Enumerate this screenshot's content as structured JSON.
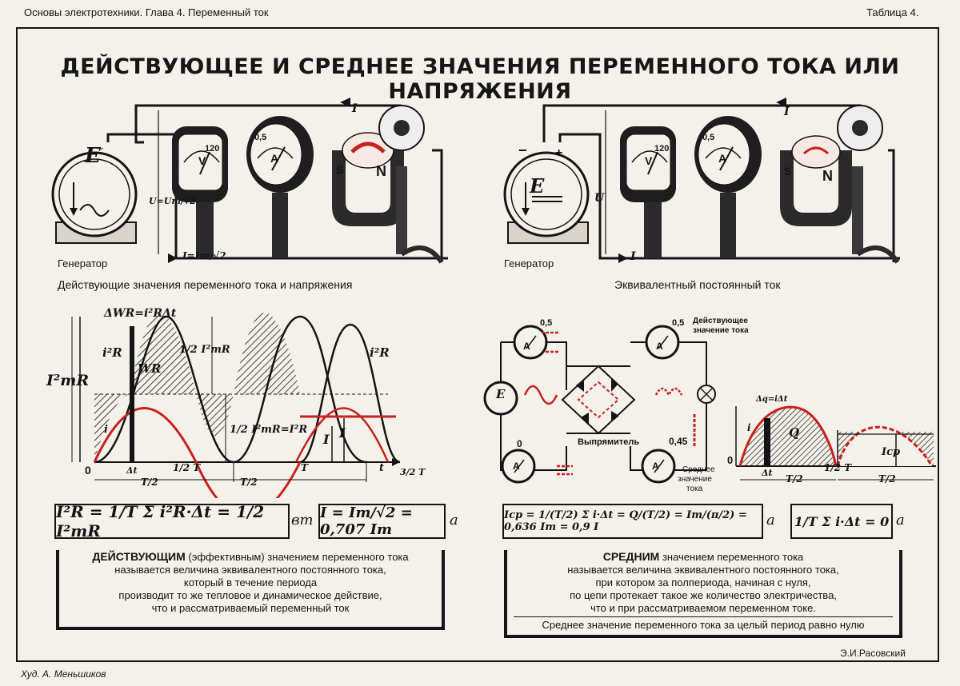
{
  "header": {
    "left": "Основы электротехники. Глава 4. Переменный ток",
    "right": "Таблица 4."
  },
  "title": "ДЕЙСТВУЮЩЕЕ И СРЕДНЕЕ ЗНАЧЕНИЯ ПЕРЕМЕННОГО ТОКА ИЛИ НАПРЯЖЕНИЯ",
  "left_circuit": {
    "generator_label": "Генератор",
    "generator_symbol": "E",
    "ac_sign": "~",
    "voltmeter_scale": "120",
    "voltmeter_symbol": "V",
    "ammeter_scale": "0,5",
    "ammeter_symbol": "A",
    "magnet_n": "N",
    "magnet_s": "S",
    "current_label": "I",
    "u_label": "U=Um/√2",
    "i_label": "I=Im/√2",
    "caption": "Действующие значения переменного тока и напряжения"
  },
  "right_circuit": {
    "generator_label": "Генератор",
    "generator_symbol": "E",
    "minus": "−",
    "plus": "+",
    "u_label": "U",
    "voltmeter_scale": "120",
    "voltmeter_symbol": "V",
    "ammeter_scale": "0,5",
    "ammeter_symbol": "A",
    "magnet_n": "N",
    "magnet_s": "S",
    "current_label_top": "I",
    "current_label_bottom": "I",
    "caption": "Эквивалентный постоянный ток"
  },
  "left_graph": {
    "dw_label": "ΔWR=i²RΔt",
    "i2r_label_left": "i²R",
    "wr_label": "WR",
    "im2r_label": "I²mR",
    "half_im2r_label": "1/2 I²mR",
    "equal_label": "1/2 I²mR=I²R",
    "i2r_label_right": "i²R",
    "i_small": "i",
    "i_big_1": "I",
    "i_big_2": "I",
    "origin": "0",
    "dt_label": "Δt",
    "t_half_1": "T/2",
    "t_half_axis": "1/2 T",
    "t_half_2": "T/2",
    "t_full": "T",
    "t_axis": "t",
    "t_three_half": "3/2 T"
  },
  "bridge": {
    "ammeter_tl_scale": "0,5",
    "ammeter_tr_scale": "0,5",
    "ammeter_br_scale": "0,45",
    "ammeter_symbol": "A",
    "generator_symbol": "E",
    "rectifier_label": "Выпрямитель",
    "effective_label_1": "Действующее",
    "effective_label_2": "значение тока",
    "average_label_1": "Среднее",
    "average_label_2": "значение",
    "average_label_3": "тока",
    "zero": "0"
  },
  "right_graph": {
    "dq_label": "Δq=iΔt",
    "i_small": "i",
    "q_label": "Q",
    "origin": "0",
    "dt_label": "Δt",
    "t_half_1": "T/2",
    "t_half_axis": "1/2 T",
    "t_half_2": "T/2",
    "icp_label": "Iср"
  },
  "formulas": {
    "f1": "I²R = 1/T Σ i²R·Δt = 1/2 I²mR",
    "f1_unit": "вт",
    "f2": "I = Im/√2 = 0,707 Im",
    "f2_unit": "а",
    "f3": "Iср = 1/(T/2) Σ i·Δt = Q/(T/2) = Im/(π/2) = 0,636 Im = 0,9 I",
    "f3_unit": "а",
    "f4": "1/T Σ i·Δt = 0",
    "f4_unit": "а"
  },
  "definitions": {
    "effective_bold": "ДЕЙСТВУЮЩИМ",
    "effective_l1": " (эффективным) значением переменного тока",
    "effective_l2": "называется величина эквивалентного постоянного тока,",
    "effective_l3": "который в течение периода",
    "effective_l4": "производит то же тепловое и динамическое действие,",
    "effective_l5": "что и рассматриваемый переменный ток",
    "average_bold": "СРЕДНИМ",
    "average_l1": " значением переменного тока",
    "average_l2": "называется величина эквивалентного постоянного тока,",
    "average_l3": "при котором за полпериода, начиная с нуля,",
    "average_l4": "по цепи протекает такое же количество электричества,",
    "average_l5": "что и при рассматриваемом переменном токе.",
    "average_note": "Среднее значение переменного тока за целый период равно нулю"
  },
  "credits": {
    "author": "Э.И.Расовский",
    "artist": "Худ. А. Меньшиков"
  },
  "colors": {
    "ink": "#141414",
    "red": "#c8201c",
    "paper": "#f4f1ea"
  }
}
